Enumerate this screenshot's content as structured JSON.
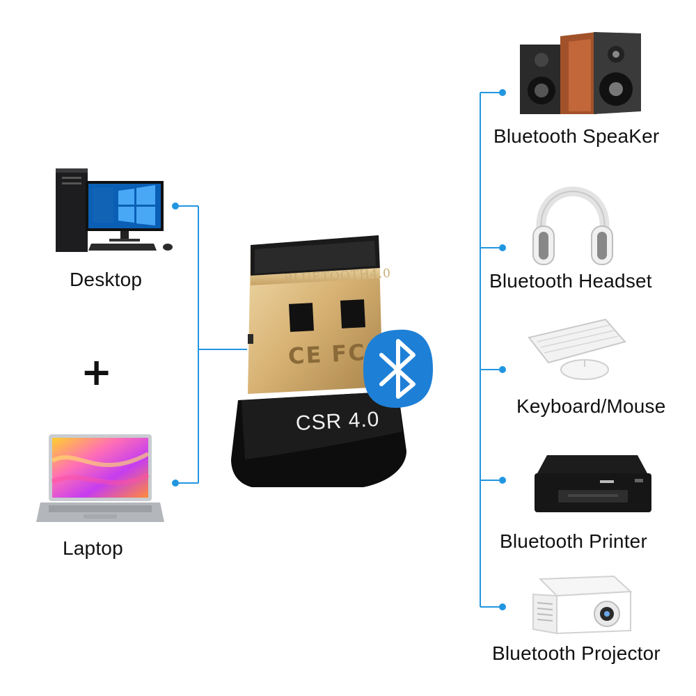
{
  "left_devices": [
    {
      "label": "Desktop",
      "icon": "desktop-computer-icon"
    },
    {
      "label": "Laptop",
      "icon": "laptop-icon"
    }
  ],
  "plus_sign": "+",
  "adapter": {
    "engraving": "BLUETOOTH4.0",
    "marks": "CE FC",
    "model": "CSR 4.0",
    "icon": "bluetooth-logo-icon"
  },
  "right_devices": [
    {
      "label": "Bluetooth SpeaKer",
      "icon": "speaker-icon"
    },
    {
      "label": "Bluetooth Headset",
      "icon": "headset-icon"
    },
    {
      "label": "Keyboard/Mouse",
      "icon": "keyboard-mouse-icon"
    },
    {
      "label": "Bluetooth Printer",
      "icon": "printer-icon"
    },
    {
      "label": "Bluetooth Projector",
      "icon": "projector-icon"
    }
  ],
  "colors": {
    "connector": "#2196e0",
    "bluetooth": "#1e7fd6",
    "gold": "#d9b77a"
  }
}
